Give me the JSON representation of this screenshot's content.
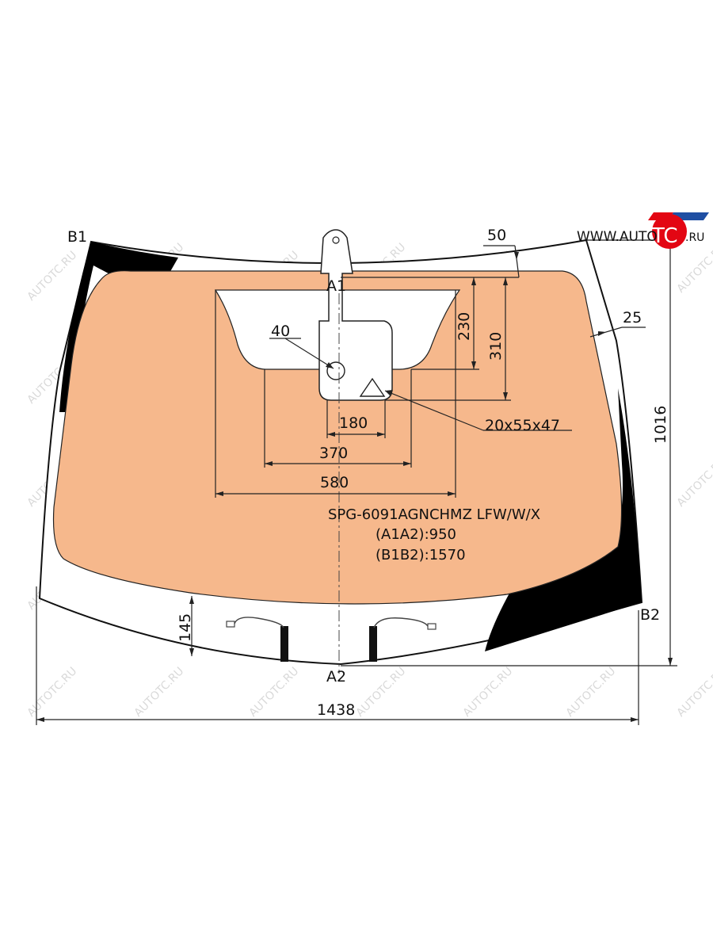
{
  "diagram": {
    "points": {
      "b1": "B1",
      "b2": "B2",
      "a1": "A1",
      "a2": "A2"
    },
    "dimensions": {
      "top_band": "50",
      "side_band": "25",
      "sensor_circle": "40",
      "height_230": "230",
      "height_310": "310",
      "width_180": "180",
      "width_370": "370",
      "width_580": "580",
      "bottom_band": "145",
      "total_height": "1016",
      "total_width": "1438",
      "triangle_mark": "20x55x47"
    },
    "product": {
      "code_line": "SPG-6091AGNCHMZ LFW/W/X",
      "a1a2_line": "(A1A2):950",
      "b1b2_line": "(B1B2):1570"
    },
    "watermark": "AUTOTC.RU",
    "logo": {
      "prefix": "WWW.AUTO",
      "mark": "TC",
      "suffix": ".RU"
    },
    "colors": {
      "glass_tint": "#f6b88c",
      "frit": "#000000",
      "logo_red": "#e30613",
      "logo_blue": "#1f4fa3"
    }
  }
}
